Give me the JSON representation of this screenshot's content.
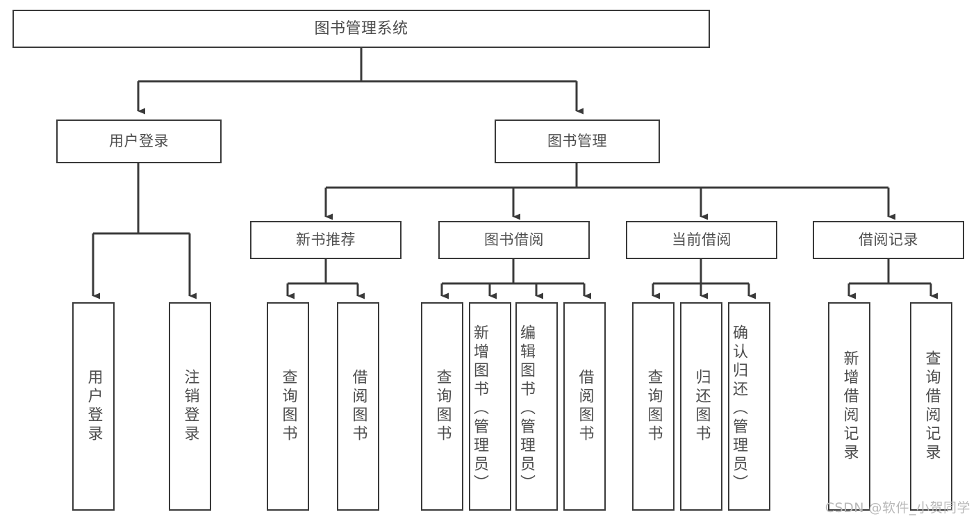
{
  "diagram": {
    "title": "图书管理系统",
    "type": "hierarchy-tree",
    "watermark": "CSDN @软件_小贺同学",
    "colors": {
      "stroke": "#3a3a3a",
      "fill": "#ffffff",
      "text": "#4d4d4d",
      "watermark": "#b9b9b9"
    },
    "root": {
      "label": "图书管理系统"
    },
    "level1": [
      {
        "label": "用户登录"
      },
      {
        "label": "图书管理"
      }
    ],
    "level2": [
      {
        "label": "新书推荐"
      },
      {
        "label": "图书借阅"
      },
      {
        "label": "当前借阅"
      },
      {
        "label": "借阅记录"
      }
    ],
    "leaves": {
      "user_login": [
        {
          "label": "用户登录"
        },
        {
          "label": "注销登录"
        }
      ],
      "new_book_recommend": [
        {
          "label": "查询图书"
        },
        {
          "label": "借阅图书"
        }
      ],
      "book_borrow": [
        {
          "label": "查询图书"
        },
        {
          "label": "新增图书（管理员）"
        },
        {
          "label": "编辑图书（管理员）"
        },
        {
          "label": "借阅图书"
        }
      ],
      "current_borrow": [
        {
          "label": "查询图书"
        },
        {
          "label": "归还图书"
        },
        {
          "label": "确认归还（管理员）"
        }
      ],
      "borrow_record": [
        {
          "label": "新增借阅记录"
        },
        {
          "label": "查询借阅记录"
        }
      ]
    }
  }
}
